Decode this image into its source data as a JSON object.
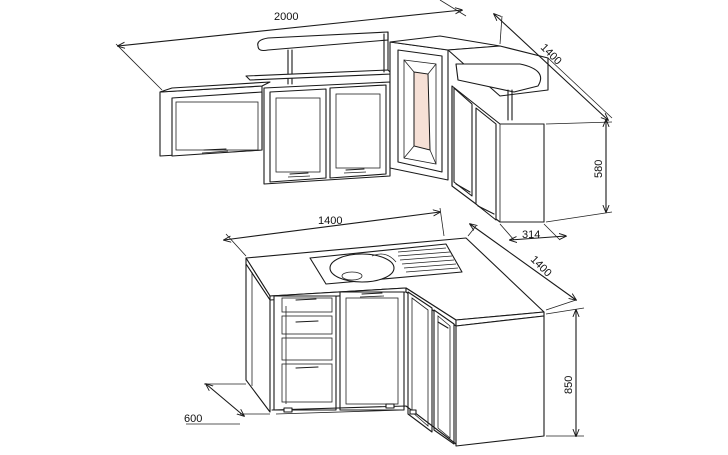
{
  "dimensions": {
    "upper_width": "2000",
    "upper_depth_side": "1400",
    "upper_height": "580",
    "upper_side_depth": "314",
    "base_width": "1400",
    "base_depth_side": "1400",
    "base_height": "850",
    "base_depth": "600"
  },
  "colors": {
    "line": "#1a1a1a",
    "glass": "#f6e0d6",
    "background": "#ffffff"
  }
}
